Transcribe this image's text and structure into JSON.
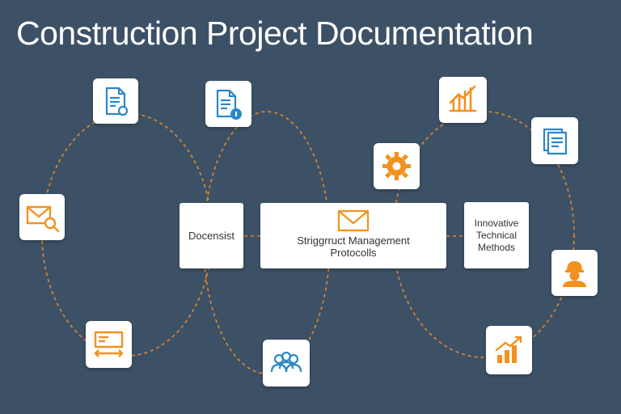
{
  "title": "Construction Project Documentation",
  "colors": {
    "background": "#3d5166",
    "blue": "#2a88c8",
    "orange": "#f2921e",
    "connector": "#e08a2c"
  },
  "boxes": {
    "left": "Docensist",
    "center": {
      "line1": "Striggrruct Management",
      "line2": "Protocolls"
    },
    "right": {
      "line1": "Innovative",
      "line2": "Technical",
      "line3": "Methods"
    }
  },
  "icons": [
    "document-search-icon",
    "document-info-icon",
    "growth-chart-icon",
    "reports-icon",
    "email-search-icon",
    "settings-gear-icon",
    "worker-icon",
    "blueprint-icon",
    "team-icon",
    "bar-chart-icon",
    "envelope-icon"
  ]
}
